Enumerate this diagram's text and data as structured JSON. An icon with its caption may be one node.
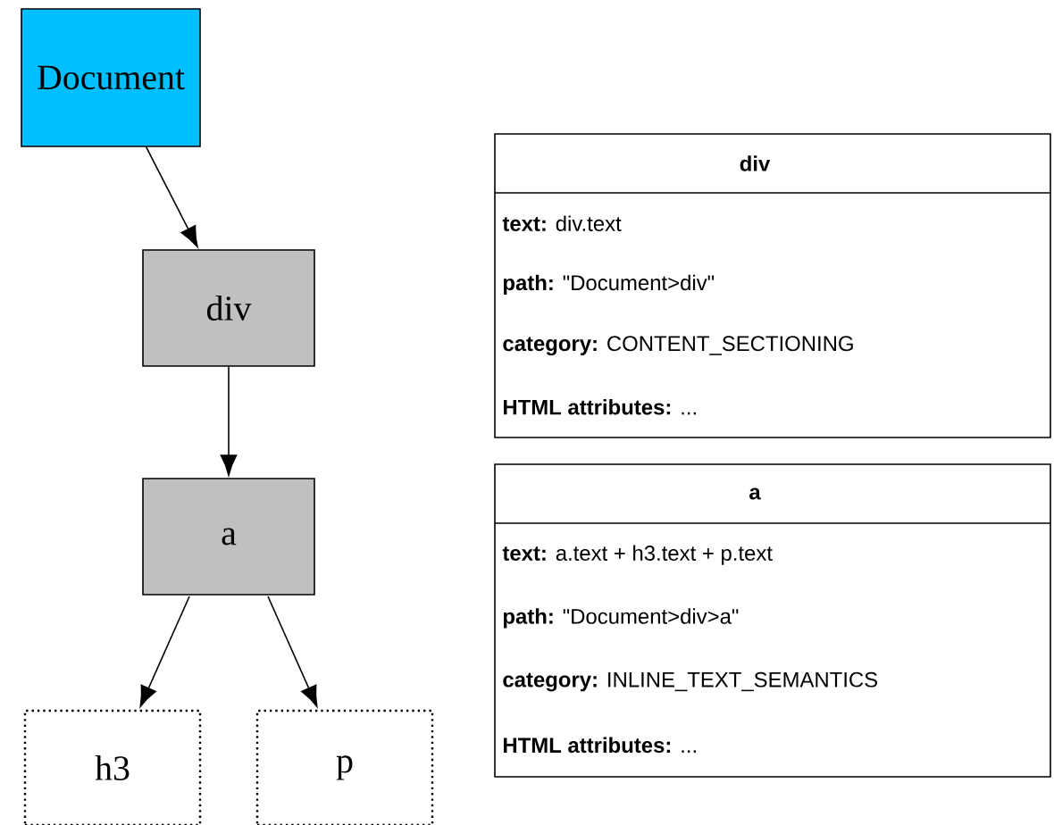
{
  "diagram": {
    "nodes": [
      {
        "text": [
          "Document"
        ]
      },
      {
        "text": [
          "div"
        ]
      },
      {
        "text": [
          "a"
        ]
      },
      {
        "text": [
          "h3"
        ]
      },
      {
        "text": [
          "p"
        ]
      },
      {
        "text": [
          "div",
          "**text:** div.text",
          "**path:** \"Document>div\"",
          "**category:** CONTENT_SECTIONING",
          "**HTML attributes:** ..."
        ]
      },
      {
        "text": [
          "a",
          "**text:** a.text + h3.text + p.text",
          "**path:** \"Document>div>a\"",
          "**category:** INLINE_TEXT_SEMANTICS",
          "**HTML attributes:** ..."
        ]
      }
    ],
    "edges": [
      {
        "from": 0,
        "to": 1,
        "arrow": "to"
      },
      {
        "from": 1,
        "to": 2,
        "arrow": "to"
      },
      {
        "from": 2,
        "to": 3,
        "arrow": "to"
      },
      {
        "from": 2,
        "to": 4,
        "arrow": "to"
      }
    ]
  }
}
